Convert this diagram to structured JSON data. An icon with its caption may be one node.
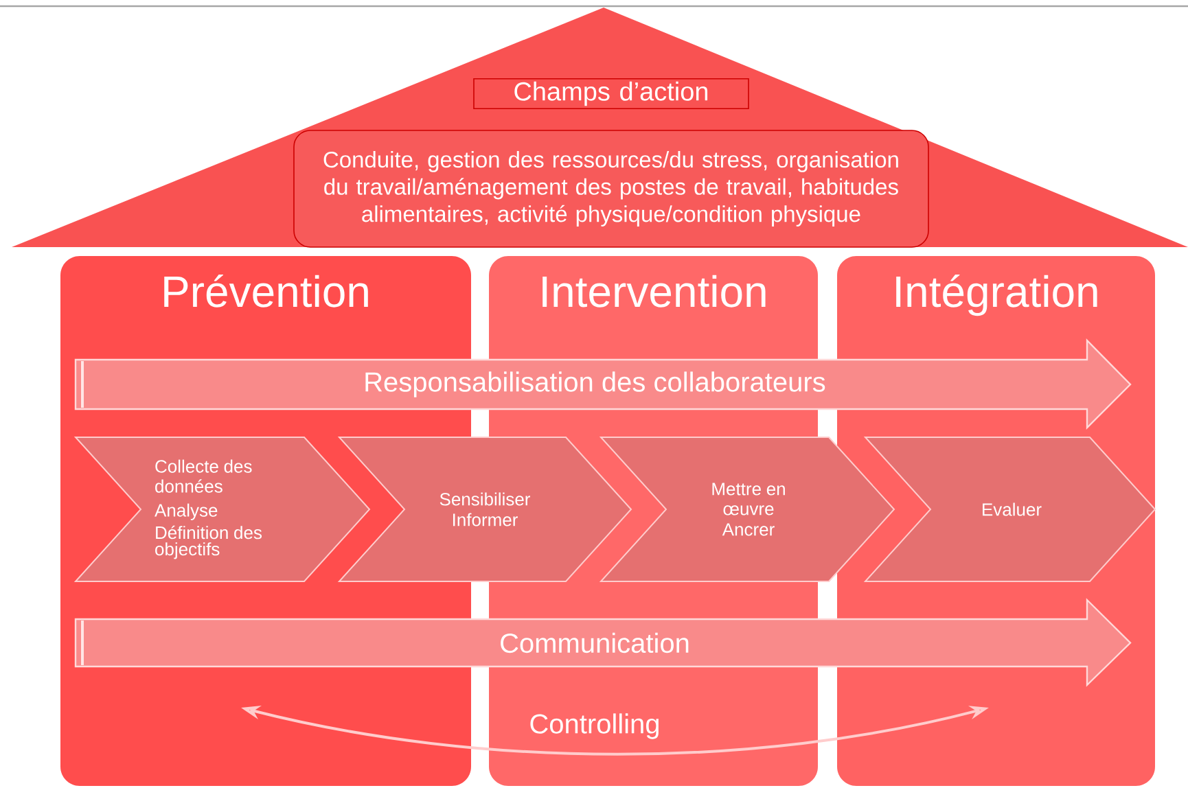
{
  "diagram": {
    "nodes": [
      {
        "text": [],
        "shape": "triangle"
      },
      {
        "text": [
          "Champs d’action"
        ],
        "in": 0
      },
      {
        "text": [
          "Conduite, gestion des ressources/du stress, organisation du travail/aménagement des postes de travail, habitudes alimentaires, activité physique/condition physique"
        ],
        "in": 0
      },
      {
        "text": [
          "Prévention"
        ]
      },
      {
        "text": [
          "Intervention"
        ]
      },
      {
        "text": [
          "Intégration"
        ]
      },
      {
        "text": [
          "Responsabilisation des collaborateurs"
        ]
      },
      {
        "text": [
          "Collecte des données",
          "Analyse",
          "Définition des objectifs"
        ],
        "in": 3
      },
      {
        "text": [
          "Sensibiliser",
          "Informer"
        ]
      },
      {
        "text": [
          "Mettre en œuvre",
          "Ancrer"
        ]
      },
      {
        "text": [
          "Evaluer"
        ],
        "in": 5
      },
      {
        "text": [
          "Communication"
        ]
      }
    ],
    "labels": [
      "Controlling"
    ]
  }
}
